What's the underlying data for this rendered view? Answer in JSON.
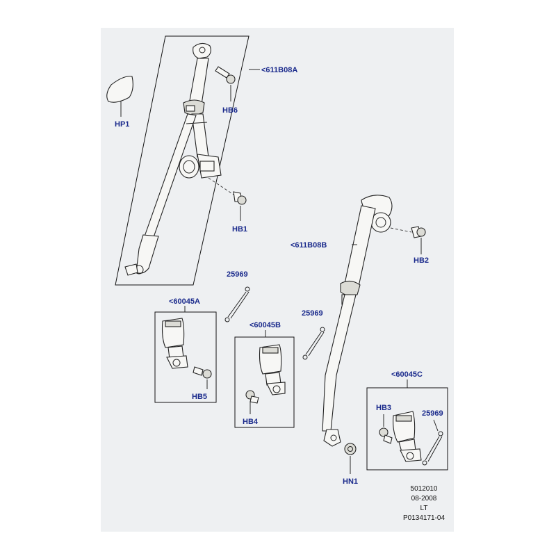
{
  "callouts": {
    "hp1": "HP1",
    "hb6": "HB6",
    "c611b08a": "<611B08A",
    "hb1": "HB1",
    "c611b08b": "<611B08B",
    "hb2": "HB2",
    "n25969_a": "25969",
    "c60045a": "<60045A",
    "hb5": "HB5",
    "c60045b": "<60045B",
    "n25969_b": "25969",
    "hb4": "HB4",
    "c60045c": "<60045C",
    "hb3": "HB3",
    "n25969_c": "25969",
    "hn1": "HN1"
  },
  "stamp": {
    "line1": "5012010",
    "line2": "08-2008",
    "line3": "LT",
    "line4": "P0134171-04"
  }
}
